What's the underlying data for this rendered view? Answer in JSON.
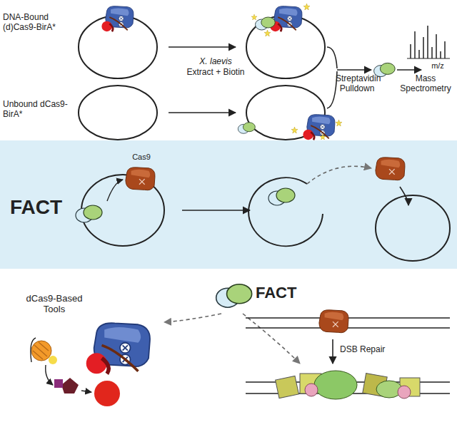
{
  "diagram": {
    "nodes": [
      {
        "text": [
          "FACT"
        ]
      }
    ],
    "labels": [
      "DNA-Bound (d)Cas9-BirA*",
      "X. laevis",
      "Extract + Biotin",
      "Streptavidin Pulldown",
      "m/z",
      "Mass Spectrometry",
      "Unbound dCas9-BirA*",
      "Cas9",
      "dCas9-Based Tools",
      "FACT",
      "DSB Repair"
    ]
  }
}
